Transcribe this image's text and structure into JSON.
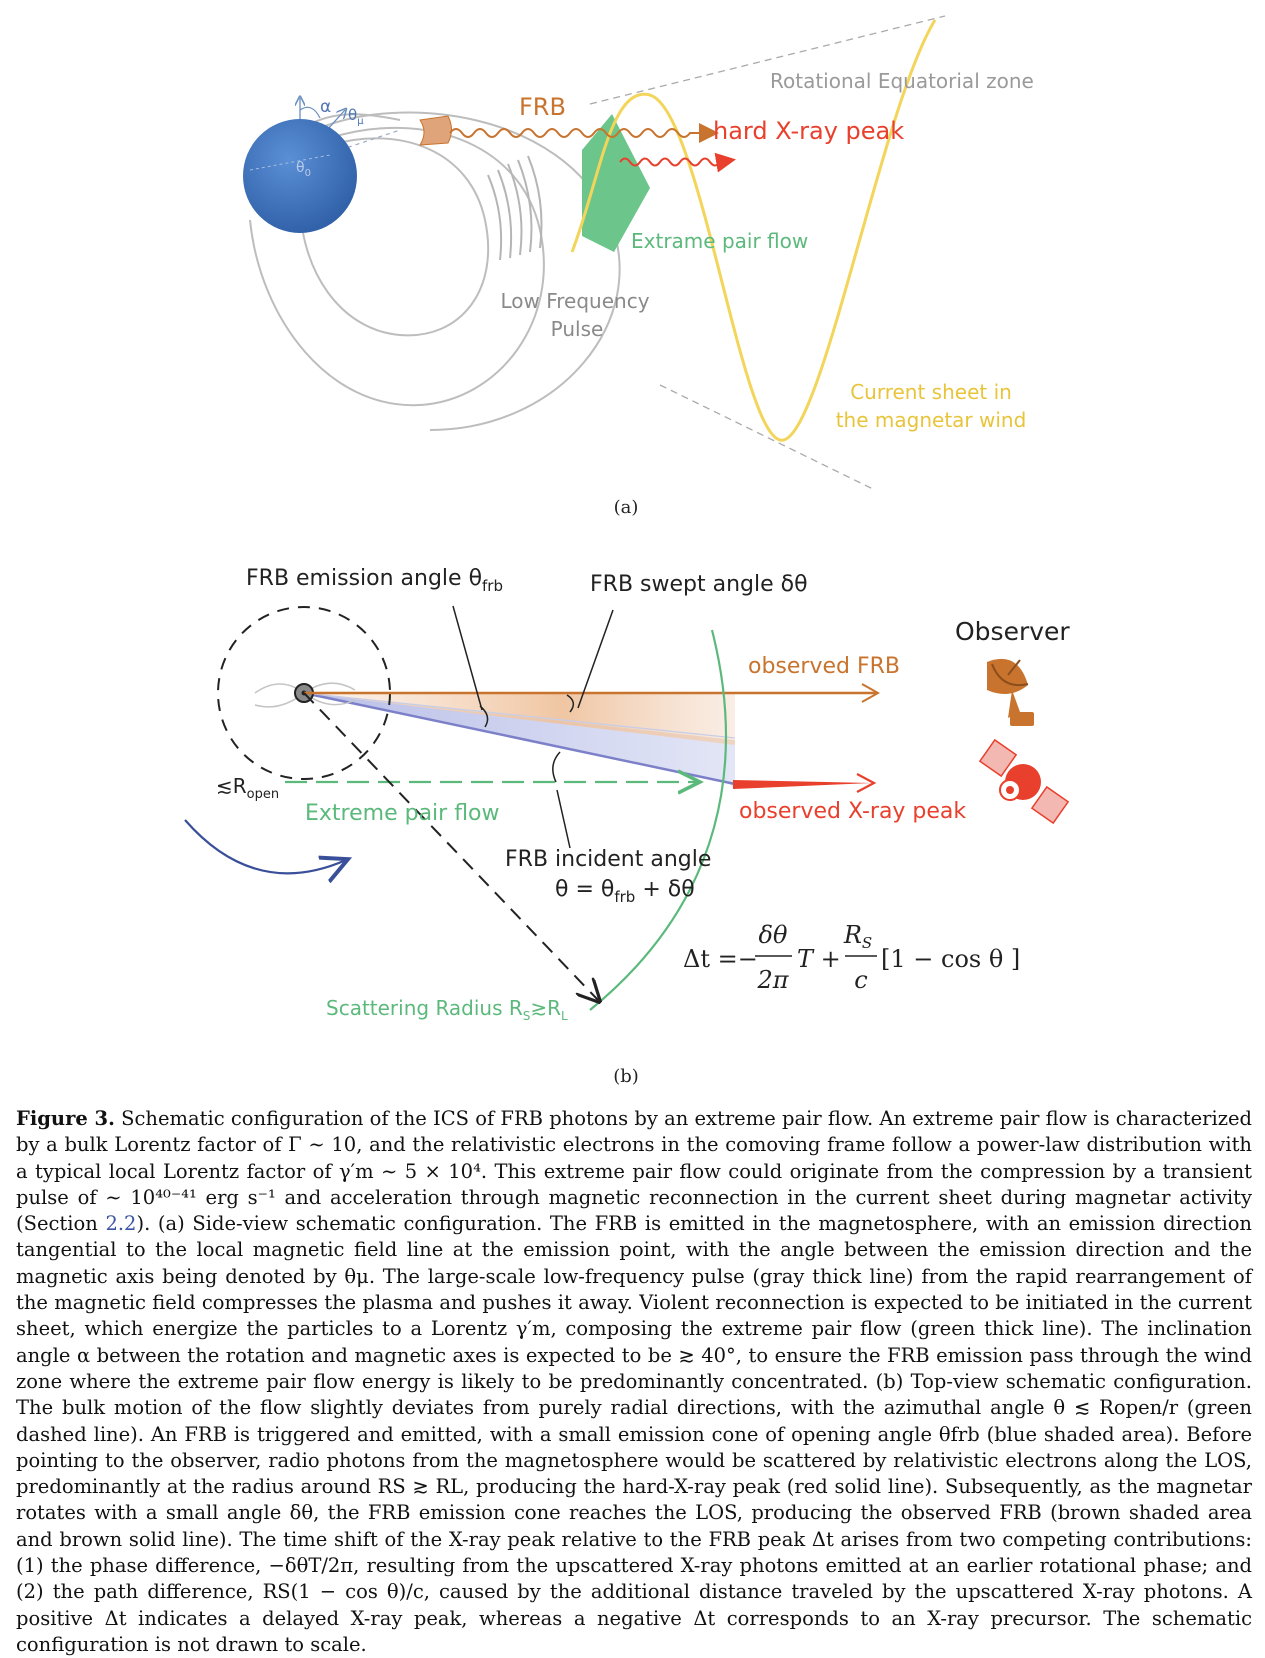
{
  "panel_a": {
    "label": "(a)",
    "alpha": "α",
    "theta_mu": "θ",
    "theta_mu_sub": "μ",
    "theta_0": "θ",
    "theta_0_sub": "0",
    "frb": "FRB",
    "zone": "Rotational Equatorial zone",
    "xray_peak": "hard X-ray peak",
    "pair_flow": "Extrame pair flow",
    "lf_pulse_1": "Low Frequency",
    "lf_pulse_2": "Pulse",
    "current_sheet_1": "Current sheet in",
    "current_sheet_2": "the magnetar wind"
  },
  "panel_b": {
    "label": "(b)",
    "emission_angle": "FRB emission angle θ",
    "emission_angle_sub": "frb",
    "swept_angle": "FRB swept angle δθ",
    "observer": "Observer",
    "observed_frb": "observed FRB",
    "observed_xray": "observed X-ray peak",
    "r_open": "≲R",
    "r_open_sub": "open",
    "pair_flow": "Extreme pair flow",
    "incident_angle": "FRB incident angle",
    "incident_eq": "θ = θ",
    "incident_eq_sub": "frb",
    "incident_eq_tail": " + δθ",
    "scattering_radius": "Scattering Radius R",
    "scattering_radius_tail": "≳R",
    "sub_s": "S",
    "sub_l": "L",
    "eq_lhs": "Δt =−",
    "eq_frac1_num": "δθ",
    "eq_frac1_den": "2π",
    "eq_mid": "T +",
    "eq_frac2_num": "R",
    "eq_frac2_num_sub": "S",
    "eq_frac2_den": "c",
    "eq_tail": "[1 − cos θ ]"
  },
  "caption": {
    "label": "Figure 3.",
    "text": "Schematic configuration of the ICS of FRB photons by an extreme pair flow. An extreme pair flow is characterized by a bulk Lorentz factor of Γ ∼ 10, and the relativistic electrons in the comoving frame follow a power-law distribution with a typical local Lorentz factor of γ′m ∼ 5 × 10⁴. This extreme pair flow could originate from the compression by a transient pulse of ∼ 10⁴⁰⁻⁴¹ erg s⁻¹ and acceleration through magnetic reconnection in the current sheet during magnetar activity (Section",
    "section_ref": "2.2",
    "text2": "). (a) Side-view schematic configuration. The FRB is emitted in the magnetosphere, with an emission direction tangential to the local magnetic field line at the emission point, with the angle between the emission direction and the magnetic axis being denoted by θμ. The large-scale low-frequency pulse (gray thick line) from the rapid rearrangement of the magnetic field compresses the plasma and pushes it away. Violent reconnection is expected to be initiated in the current sheet, which energize the particles to a Lorentz γ′m, composing the extreme pair flow (green thick line). The inclination angle α between the rotation and magnetic axes is expected to be ≳ 40°, to ensure the FRB emission pass through the wind zone where the extreme pair flow energy is likely to be predominantly concentrated. (b) Top-view schematic configuration. The bulk motion of the flow slightly deviates from purely radial directions, with the azimuthal angle θ ≲ Ropen/r (green dashed line). An FRB is triggered and emitted, with a small emission cone of opening angle θfrb (blue shaded area). Before pointing to the observer, radio photons from the magnetosphere would be scattered by relativistic electrons along the LOS, predominantly at the radius around RS ≳ RL, producing the hard-X-ray peak (red solid line). Subsequently, as the magnetar rotates with a small angle δθ, the FRB emission cone reaches the LOS, producing the observed FRB (brown shaded area and brown solid line). The time shift of the X-ray peak relative to the FRB peak Δt arises from two competing contributions: (1) the phase difference, −δθT/2π, resulting from the upscattered X-ray photons emitted at an earlier rotational phase; and (2) the path difference, RS(1 − cos θ)/c, caused by the additional distance traveled by the upscattered X-ray photons. A positive Δt indicates a delayed X-ray peak, whereas a negative Δt corresponds to an X-ray precursor. The schematic configuration is not drawn to scale."
  },
  "colors": {
    "star": "#3f74bd",
    "frb": "#c8742e",
    "xray": "#e8402c",
    "pair_flow": "#5cb97c",
    "sheet": "#f2d55a",
    "cone_blue": "#c5cbec",
    "cone_brown": "#f0c9a8"
  }
}
